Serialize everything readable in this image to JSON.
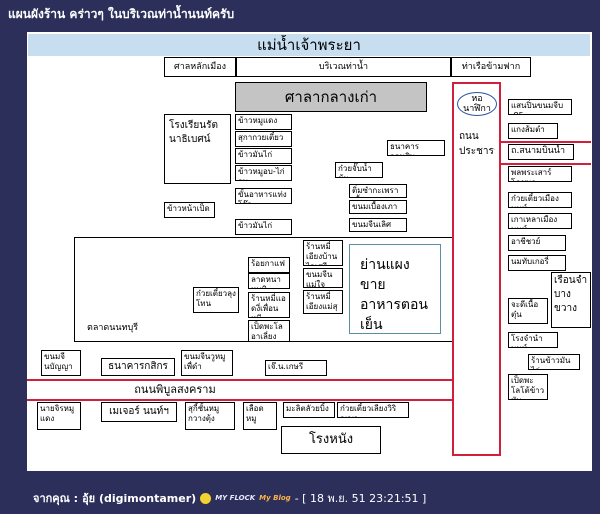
{
  "post_title": "แผนผังร้าน คร่าวๆ ในบริเวณท่าน้ำนนท์ครับ",
  "map": {
    "river": "แม่น้ำเจ้าพระยา",
    "top_row": [
      "ศาลหลักเมือง",
      "บริเวณท่าน้ำ",
      "ท่าเรือข้ามฟาก"
    ],
    "old_hall": "ศาลากลางเก่า",
    "school": "โรงเรียนรัตนาธิเบศน์",
    "bank_omsin": "ธนาคารออมสิน",
    "clock_tower": "หอนาฬิกา",
    "road_pracharat": "ถนนประชาราษฎร์",
    "road_sanambinnam": "ถ.สนามบินน้ำ",
    "food_area": "ย่านแผงขาย อาหารตอนเย็น",
    "market": "ตลาดนนทบุรี",
    "road_pibul": "ถนนพิบูลสงคราม",
    "cinema": "โรงหนัง",
    "left_shops": [
      "ข้าวหมูแดง",
      "สุกากวยเตี๋ยว",
      "ข้าวมันไก่",
      "ข้าวหมูอบ-ไก่อบ",
      "ขั้นอาหารแท่งโจ๊ก"
    ],
    "left_small": [
      "ข้าวหน้าเป็ด",
      "ข้าวมันไก่"
    ],
    "center_shops": [
      "ก๋วยจั๊บน้ำข้น",
      "ติ่มซำกะเพราเนื้อ",
      "ขนมเบื้องเภา",
      "ขนมจีนเลิศ"
    ],
    "market_col1": [
      "ร้อยกาแฟ",
      "ลาดหนาหมูทิ",
      "ร้านหมี่แอดงี่เพื่อนหนี",
      "เป็ดพะโลอาเลี่ยงหมู"
    ],
    "market_col2": [
      "ร้านหมี่เอียงบ้าน ไอเศรี",
      "ขนมจีนแม่ใจ",
      "ร้านหมี่เอียงแม่สุเอด"
    ],
    "market_left": "ก๋วยเตี๋ยวลุง โทน",
    "right_shops": [
      "แสนปิ่นขนมจีบ .85",
      "แกงส้มตำ",
      "พลพระเสาร์โภชนา",
      "ก๋วยเตี๋ยวเมืองนนท์",
      "เกาเหลาเมืองนนท์",
      "อาชีชวย์",
      "นมทับเกอรี่"
    ],
    "right_lower": [
      "จะดีเนื้อตุ๋น",
      "ร้านข้าวมันไก่",
      "เป็ดพะโลโต้ข้าวมัน"
    ],
    "hotel": "โรงจำนำนนท์",
    "boat_pier": "เรือนจำบางขวาง",
    "bottom_left": [
      "ขนมจีนบัญญา",
      "ธนาคารกสิกร",
      "ขนมจีนวูหมูเพื่ดำ",
      "เจ๊.น.เกษรี"
    ],
    "bottom_row": [
      "นายจิรหมู แดง",
      "เมเจอร์ นนท์ฯ",
      "สุกี้ชั้นหมู กวางตุ้ง",
      "เลือด หมู",
      "มะลิตลัวยบิ้ง",
      "ก๋วยเตี๋ยวเลียงวิริญญา"
    ]
  },
  "footer": {
    "prefix": "จากคุณ :",
    "author": "อุ้ย (digimontamer)",
    "badge": "MY FLOCK",
    "blog": "My Blog",
    "date": "- [ 18 พ.ย. 51 23:21:51 ]"
  }
}
